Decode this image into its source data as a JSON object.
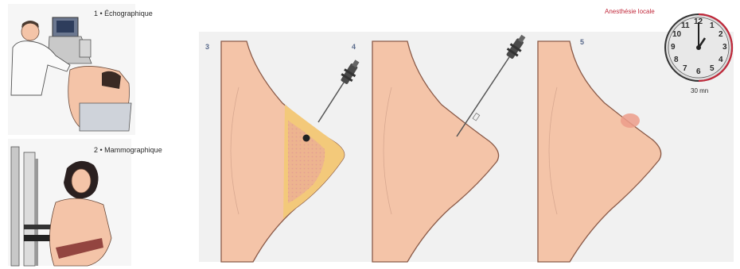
{
  "step1_label": "1 • Échographique",
  "step2_label": "2 • Mammographique",
  "panel_numbers": [
    "3",
    "4",
    "5"
  ],
  "anesthesia_label": "Anesthésie locale",
  "clock_numbers": [
    "12",
    "1",
    "2",
    "3",
    "4",
    "5",
    "6",
    "7",
    "8",
    "9",
    "10",
    "11"
  ],
  "duration_label": "30 mn",
  "colors": {
    "skin": "#f4c4a8",
    "skin_outline": "#8a5a48",
    "panel_bg": "#f2f2f2",
    "tumor_outer": "#f3c97a",
    "tumor_inner": "#e8a3a0",
    "accent_red": "#c0283a"
  }
}
